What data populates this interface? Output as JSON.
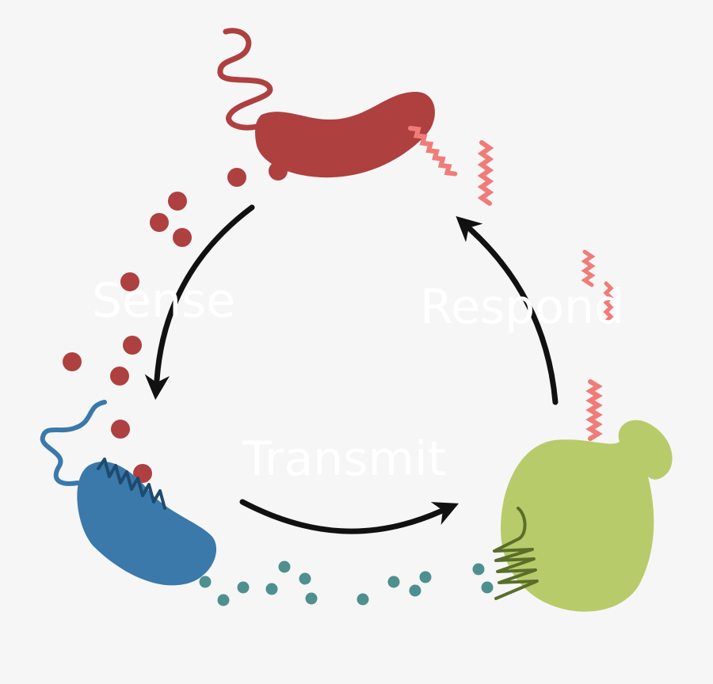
{
  "labels": {
    "sense": "Sense",
    "transmit": "Transmit",
    "respond": "Respond"
  },
  "colors": {
    "background": "#f6f6f7",
    "red_cell": "#af4040",
    "blue_cell": "#3a79aa",
    "green_cell": "#b8cb6a",
    "teal_molecule": "#4e8f8f",
    "helix": "#f07c78",
    "arrow": "#111111",
    "label_text": "#ffffff"
  }
}
